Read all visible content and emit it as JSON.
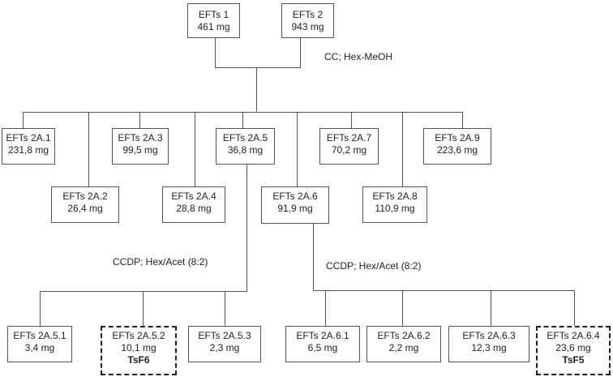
{
  "top_nodes": [
    {
      "name": "EFTs 1",
      "mass": "461 mg"
    },
    {
      "name": "EFTs 2",
      "mass": "943 mg"
    }
  ],
  "step1_method": "CC; Hex-MeOH",
  "fractions": [
    {
      "name": "EFTs 2A.1",
      "mass": "231,8 mg"
    },
    {
      "name": "EFTs 2A.2",
      "mass": "26,4 mg"
    },
    {
      "name": "EFTs 2A.3",
      "mass": "99,5 mg"
    },
    {
      "name": "EFTs 2A.4",
      "mass": "28,8 mg"
    },
    {
      "name": "EFTs 2A.5",
      "mass": "36,8 mg"
    },
    {
      "name": "EFTs 2A.6",
      "mass": "91,9 mg"
    },
    {
      "name": "EFTs 2A.7",
      "mass": "70,2 mg"
    },
    {
      "name": "EFTs 2A.8",
      "mass": "110,9 mg"
    },
    {
      "name": "EFTs 2A.9",
      "mass": "223,6 mg"
    }
  ],
  "step2_left_method": "CCDP; Hex/Acet (8:2)",
  "step2_right_method": "CCDP; Hex/Acet (8:2)",
  "subfractions_left": [
    {
      "name": "EFTs 2A.5.1",
      "mass": "3,4 mg",
      "tag": ""
    },
    {
      "name": "EFTs 2A.5.2",
      "mass": "10,1 mg",
      "tag": "TsF6"
    },
    {
      "name": "EFTs 2A.5.3",
      "mass": "2,3 mg",
      "tag": ""
    }
  ],
  "subfractions_right": [
    {
      "name": "EFTs 2A.6.1",
      "mass": "6,5 mg",
      "tag": ""
    },
    {
      "name": "EFTs 2A.6.2",
      "mass": "2,2 mg",
      "tag": ""
    },
    {
      "name": "EFTs 2A.6.3",
      "mass": "12,3 mg",
      "tag": ""
    },
    {
      "name": "EFTs 2A.6.4",
      "mass": "23,6 mg",
      "tag": "TsF5"
    }
  ]
}
